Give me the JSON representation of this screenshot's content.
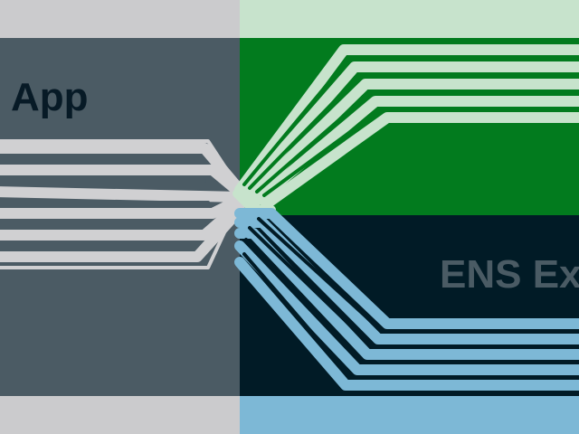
{
  "labels": {
    "app": "App",
    "ens": "ENS Ex"
  },
  "colors": {
    "left_background": "#cbcbcd",
    "left_band": "#4b5b64",
    "right_top_background": "#c7e3cc",
    "right_green_band": "#027b1e",
    "right_dark_band": "#011b26",
    "right_bottom_background": "#7db8d6",
    "app_label": "#071a26",
    "ens_label": "#4a5b64",
    "left_connector_fill": "#d0d0d2",
    "green_connector_fill": "#c7e3cc",
    "blue_connector_fill": "#7db8d6"
  },
  "connectors": {
    "left_group": 5,
    "green_group": 5,
    "blue_group": 5
  }
}
